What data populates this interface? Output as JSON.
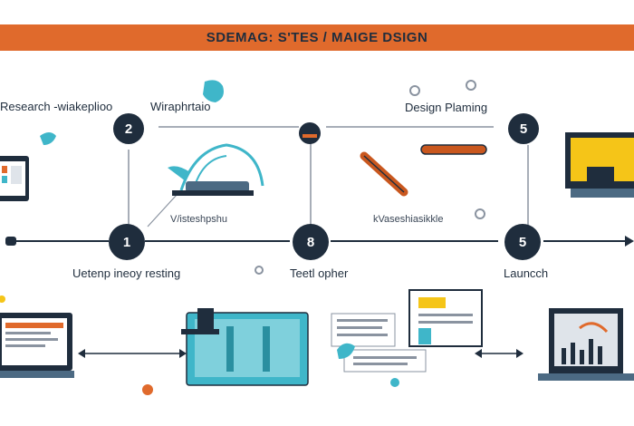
{
  "banner": {
    "title": "SDEMAG: S'TES / MAIGE DSIGN"
  },
  "labels": {
    "research": "Research -wiakeplioo",
    "wireframe": "Wiraphrtaio",
    "design_planning": "Design Plaming",
    "prototype_caption": "V/isteshpshu",
    "mid_caption": "kVaseshiasikkle",
    "development": "Uetenp ineoy resting",
    "testing": "Teetl opher",
    "launch": "Launcch"
  },
  "nodes": [
    {
      "id": "node-2",
      "number": "2"
    },
    {
      "id": "node-5-top",
      "number": "5"
    },
    {
      "id": "node-1",
      "number": "1"
    },
    {
      "id": "node-8",
      "number": "8"
    },
    {
      "id": "node-5-right",
      "number": "5"
    }
  ],
  "colors": {
    "accent": "#e06a2c",
    "navy": "#1f2d3d",
    "teal": "#3fb6c9",
    "yellow": "#f5c518"
  }
}
